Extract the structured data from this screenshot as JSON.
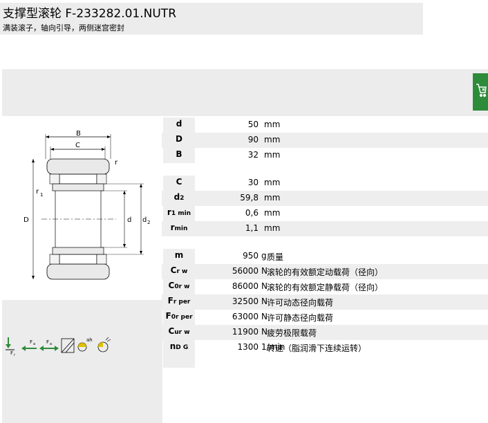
{
  "header": {
    "title": "支撑型滚轮 F-233282.01.NUTR",
    "subtitle": "满装滚子，轴向引导，两侧迷宫密封"
  },
  "cart_button": {
    "icon": "cart-icon",
    "color": "#2e8b3a"
  },
  "drawing": {
    "labels": {
      "B": "B",
      "C": "C",
      "r": "r",
      "r1": "r",
      "r1_sub": "1",
      "D": "D",
      "d": "d",
      "d2": "d",
      "d2_sub": "2"
    }
  },
  "dimensions_group1": [
    {
      "label": "d",
      "value": "50",
      "unit": "mm"
    },
    {
      "label": "D",
      "value": "90",
      "unit": "mm"
    },
    {
      "label": "B",
      "value": "32",
      "unit": "mm"
    }
  ],
  "dimensions_group2": [
    {
      "label": "C",
      "sub": "",
      "value": "30",
      "unit": "mm"
    },
    {
      "label": "d",
      "sub": "2",
      "value": "59,8",
      "unit": "mm"
    },
    {
      "label": "r",
      "sub": "1 min",
      "value": "0,6",
      "unit": "mm"
    },
    {
      "label": "r",
      "sub": "min",
      "value": "1,1",
      "unit": "mm"
    }
  ],
  "properties": [
    {
      "label": "m",
      "sub": "",
      "value": "950",
      "unit": "g",
      "desc": "质量"
    },
    {
      "label": "C",
      "sub": "r w",
      "value": "56000",
      "unit": "N",
      "desc": "滚轮的有效额定动载荷（径向）"
    },
    {
      "label": "C",
      "sub": "0r w",
      "value": "86000",
      "unit": "N",
      "desc": "滚轮的有效额定静载荷（径向）"
    },
    {
      "label": "F",
      "sub": "r per",
      "value": "32500",
      "unit": "N",
      "desc": "许可动态径向载荷"
    },
    {
      "label": "F",
      "sub": "0r per",
      "value": "63000",
      "unit": "N",
      "desc": "许可静态径向载荷"
    },
    {
      "label": "C",
      "sub": "ur w",
      "value": "11900",
      "unit": "N",
      "desc": "疲劳极限载荷"
    },
    {
      "label": "n",
      "sub": "D G",
      "value": "1300",
      "unit": "1/min",
      "desc": "转速（脂润滑下连续运转）"
    }
  ],
  "feature_icons": {
    "items": [
      "radial-load-icon",
      "axial-load-icon",
      "double-axial-load-icon",
      "misalignment-icon",
      "lubrication-icon",
      "sealing-icon"
    ],
    "labels": {
      "fr": "F",
      "fr_sub": "r",
      "fa": "F",
      "fa_sub": "a",
      "fa2": "F",
      "fa2_sub": "a",
      "ah": "ah"
    }
  }
}
